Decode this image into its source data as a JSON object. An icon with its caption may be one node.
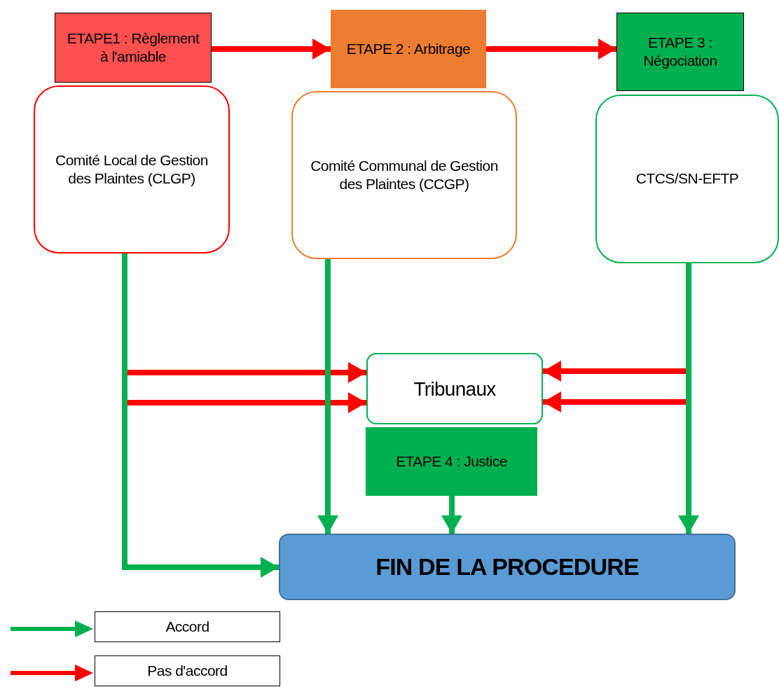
{
  "diagram": {
    "nodes": [
      {
        "text": [
          "ETAPE1 : Règlement à l'amiable"
        ]
      },
      {
        "text": [
          "ETAPE 2 : Arbitrage"
        ]
      },
      {
        "text": [
          "ETAPE 3 : Négociation"
        ]
      },
      {
        "text": [
          "Comité Local de Gestion des Plaintes (CLGP)"
        ]
      },
      {
        "text": [
          "Comité Communal de Gestion des Plaintes (CCGP)"
        ]
      },
      {
        "text": [
          "CTCS/SN-EFTP"
        ]
      },
      {
        "text": [
          "Tribunaux"
        ]
      },
      {
        "text": [
          "ETAPE 4 : Justice"
        ]
      },
      {
        "text": [
          "FIN DE LA PROCEDURE"
        ]
      }
    ],
    "edges": [
      {
        "from": 0,
        "to": 1,
        "arrow": "to"
      },
      {
        "from": 1,
        "to": 2,
        "arrow": "to"
      },
      {
        "from": 3,
        "to": 6,
        "arrow": "to"
      },
      {
        "from": 3,
        "to": 6,
        "arrow": "to"
      },
      {
        "from": 5,
        "to": 6,
        "arrow": "to"
      },
      {
        "from": 5,
        "to": 6,
        "arrow": "to"
      },
      {
        "from": 3,
        "to": 8,
        "arrow": "to",
        "color": "#00b050"
      },
      {
        "from": 4,
        "to": 8,
        "arrow": "to",
        "color": "#00b050"
      },
      {
        "from": 7,
        "to": 8,
        "arrow": "to",
        "color": "#00b050"
      },
      {
        "from": 5,
        "to": 8,
        "arrow": "to",
        "color": "#00b050"
      }
    ],
    "legend": [
      {
        "text": "Accord"
      },
      {
        "text": "Pas d'accord"
      }
    ]
  }
}
